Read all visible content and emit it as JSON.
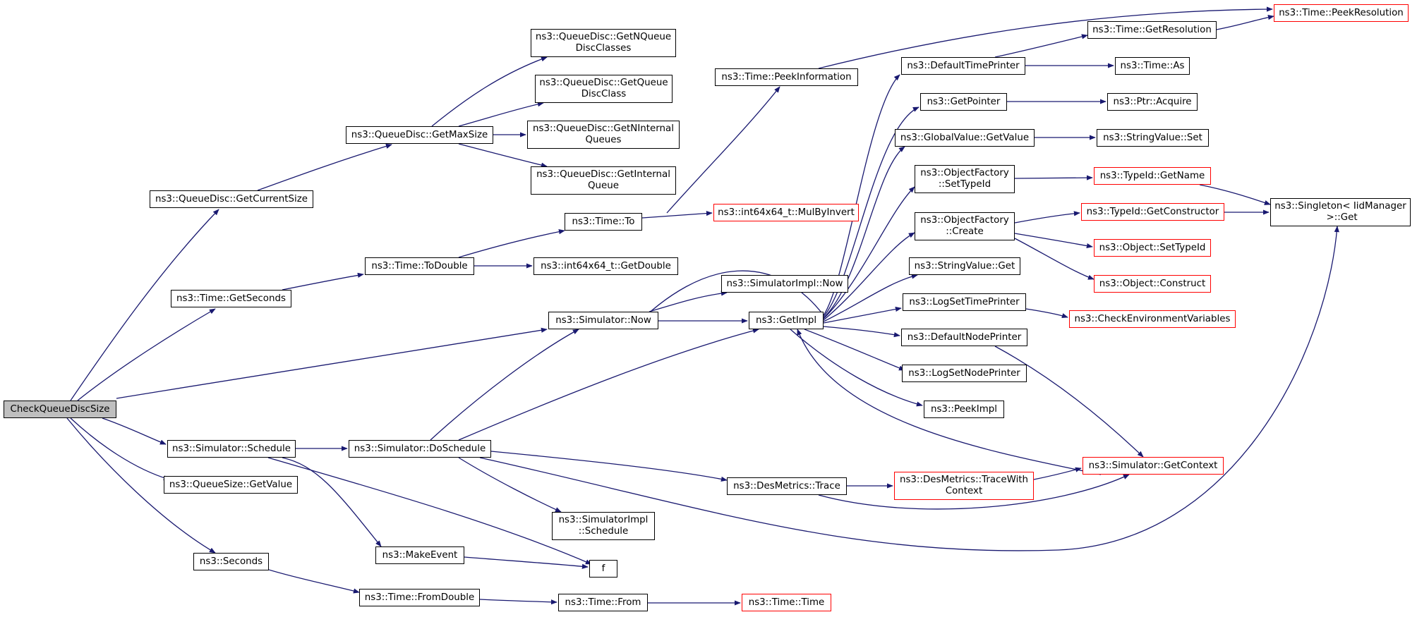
{
  "nodes": {
    "check": "CheckQueueDiscSize",
    "getCurrentSize": "ns3::QueueDisc::GetCurrentSize",
    "getMaxSize": "ns3::QueueDisc::GetMaxSize",
    "getNQueueDiscClasses": "ns3::QueueDisc::GetNQueue\nDiscClasses",
    "getQueueDiscClass": "ns3::QueueDisc::GetQueue\nDiscClass",
    "getNInternalQueues": "ns3::QueueDisc::GetNInternal\nQueues",
    "getInternalQueue": "ns3::QueueDisc::GetInternal\nQueue",
    "getSeconds": "ns3::Time::GetSeconds",
    "toDouble": "ns3::Time::ToDouble",
    "timeTo": "ns3::Time::To",
    "peekInformation": "ns3::Time::PeekInformation",
    "peekResolution": "ns3::Time::PeekResolution",
    "getResolution": "ns3::Time::GetResolution",
    "mulByInvert": "ns3::int64x64_t::MulByInvert",
    "getDouble": "ns3::int64x64_t::GetDouble",
    "simNow": "ns3::Simulator::Now",
    "simImplNow": "ns3::SimulatorImpl::Now",
    "getImpl": "ns3::GetImpl",
    "defaultTimePrinter": "ns3::DefaultTimePrinter",
    "timeAs": "ns3::Time::As",
    "getPointer": "ns3::GetPointer",
    "ptrAcquire": "ns3::Ptr::Acquire",
    "globalValueGetValue": "ns3::GlobalValue::GetValue",
    "stringValueSet": "ns3::StringValue::Set",
    "objFactorySetTypeId": "ns3::ObjectFactory\n::SetTypeId",
    "typeIdGetName": "ns3::TypeId::GetName",
    "singletonGet": "ns3::Singleton< IidManager\n >::Get",
    "objFactoryCreate": "ns3::ObjectFactory\n::Create",
    "typeIdGetConstructor": "ns3::TypeId::GetConstructor",
    "objectSetTypeId": "ns3::Object::SetTypeId",
    "objectConstruct": "ns3::Object::Construct",
    "stringValueGet": "ns3::StringValue::Get",
    "logSetTimePrinter": "ns3::LogSetTimePrinter",
    "checkEnvVars": "ns3::CheckEnvironmentVariables",
    "defaultNodePrinter": "ns3::DefaultNodePrinter",
    "logSetNodePrinter": "ns3::LogSetNodePrinter",
    "peekImpl": "ns3::PeekImpl",
    "simSchedule": "ns3::Simulator::Schedule",
    "simDoSchedule": "ns3::Simulator::DoSchedule",
    "queueSizeGetValue": "ns3::QueueSize::GetValue",
    "desMetricsTrace": "ns3::DesMetrics::Trace",
    "desMetricsTraceWithContext": "ns3::DesMetrics::TraceWith\nContext",
    "simGetContext": "ns3::Simulator::GetContext",
    "simImplSchedule": "ns3::SimulatorImpl\n::Schedule",
    "makeEvent": "ns3::MakeEvent",
    "f": "f",
    "seconds": "ns3::Seconds",
    "fromDouble": "ns3::Time::FromDouble",
    "timeFrom": "ns3::Time::From",
    "timeTime": "ns3::Time::Time"
  },
  "colors": {
    "edge": "#191970",
    "red_border": "#ff0000",
    "root_fill": "#bfbfbf"
  }
}
